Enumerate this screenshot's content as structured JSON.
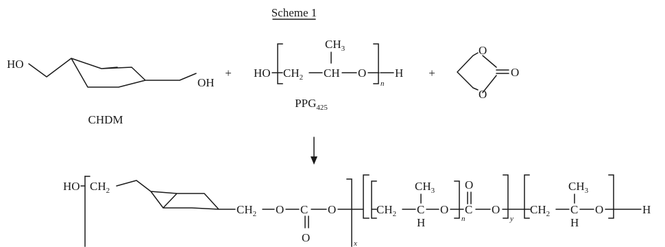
{
  "title": "Scheme 1",
  "reactants": {
    "chdm": {
      "left_group": "HO",
      "right_group": "OH",
      "label": "CHDM"
    },
    "plus": "+",
    "ppg": {
      "ho": "HO",
      "ch2": "CH",
      "ch2_sub": "2",
      "ch": "CH",
      "ch3": "CH",
      "ch3_sub": "3",
      "o": "O",
      "n": "n",
      "h": "H",
      "label": "PPG",
      "label_sub": "425"
    },
    "ethylene_carbonate": {
      "ring_o_top": "O",
      "ring_o_bottom": "O",
      "carbonyl_o": "O"
    }
  },
  "product": {
    "ho": "HO",
    "ch2_a": "CH",
    "ch2_a_sub": "2",
    "ch2_b": "CH",
    "ch2_b_sub": "2",
    "o1": "O",
    "c1": "C",
    "c1_o": "O",
    "o2": "O",
    "ch2_c": "CH",
    "ch2_c_sub": "2",
    "c_mid": "C",
    "c_mid_h": "H",
    "c_mid_ch3": "CH",
    "c_mid_ch3_sub": "3",
    "o3": "O",
    "n": "n",
    "c2": "C",
    "c2_o": "O",
    "o4": "O",
    "y": "y",
    "ch2_d": "CH",
    "ch2_d_sub": "2",
    "c_end": "C",
    "c_end_h": "H",
    "c_end_ch3": "CH",
    "c_end_ch3_sub": "3",
    "o5": "O",
    "h_end": "H",
    "x": "x"
  }
}
